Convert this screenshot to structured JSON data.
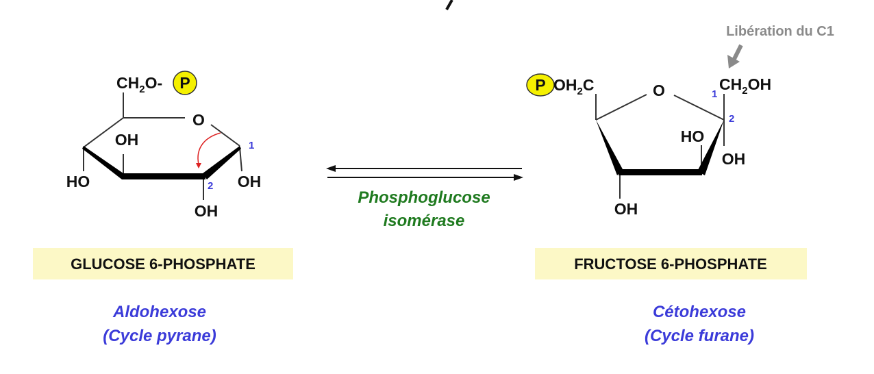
{
  "enzyme": {
    "line1": "Phosphoglucose",
    "line2": "isomérase"
  },
  "glucose": {
    "name": "GLUCOSE 6-PHOSPHATE",
    "class": "Aldohexose",
    "cycle": "(Cycle pyrane)",
    "ch2o": "CH",
    "ch2o_sub": "2",
    "ch2o_tail": "O-",
    "phosphate": "P",
    "ring_o": "O",
    "oh_top": "OH",
    "ho_left": "HO",
    "oh_c1": "OH",
    "oh_c2": "OH",
    "c1": "1",
    "c2": "2"
  },
  "fructose": {
    "name": "FRUCTOSE 6-PHOSPHATE",
    "class": "Cétohexose",
    "cycle": "(Cycle furane)",
    "phosphate": "P",
    "oh2c": "OH",
    "oh2c_sub": "2",
    "oh2c_tail": "C",
    "ring_o": "O",
    "ch2oh": "CH",
    "ch2oh_sub": "2",
    "ch2oh_tail": "OH",
    "ho_c3": "HO",
    "oh_c2": "OH",
    "oh_c4": "OH",
    "c1": "1",
    "c2": "2",
    "note": "Libération du C1"
  },
  "colors": {
    "phosphate": "#f5f000",
    "label_bg": "#fcf8c6",
    "enzyme": "#1f7a1f",
    "class_text": "#3b3bd9",
    "note": "#8a8a8a",
    "arrow_red": "#d22"
  }
}
